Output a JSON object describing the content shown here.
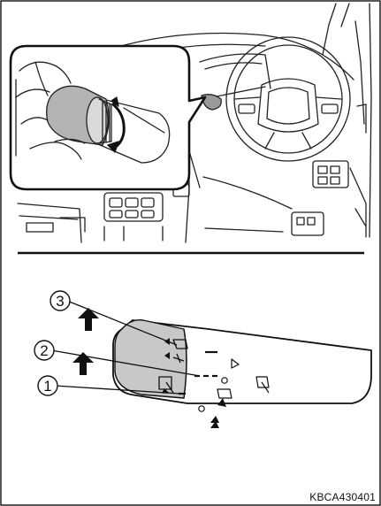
{
  "figure": {
    "code": "KBCA430401",
    "callouts": [
      {
        "id": "1",
        "label": "1"
      },
      {
        "id": "2",
        "label": "2"
      },
      {
        "id": "3",
        "label": "3"
      }
    ]
  }
}
